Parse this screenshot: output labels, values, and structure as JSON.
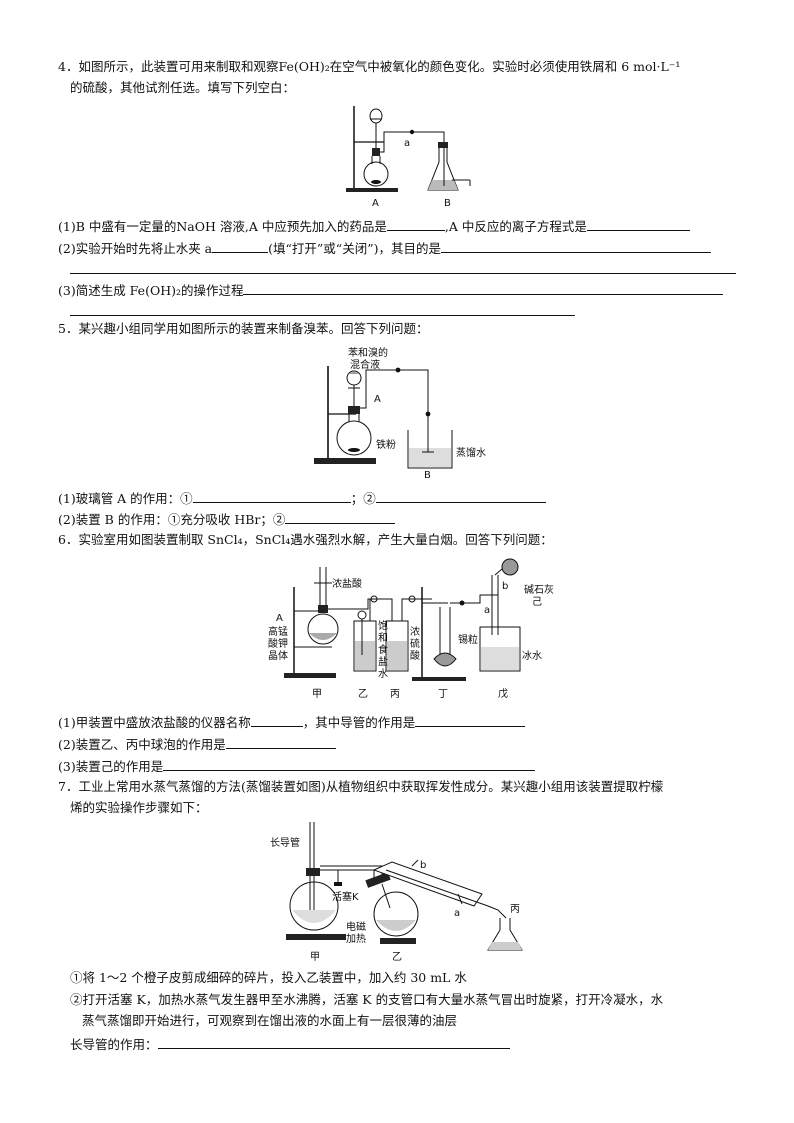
{
  "q4": {
    "line1": "4．如图所示，此装置可用来制取和观察Fe(OH)₂在空气中被氧化的颜色变化。实验时必须使用铁屑和 6 mol·L⁻¹",
    "line2": "的硫酸，其他试剂任选。填写下列空白：",
    "fig_labels": {
      "a": "a",
      "A": "A",
      "B": "B"
    },
    "p1_a": "(1)B 中盛有一定量的NaOH 溶液,A 中应预先加入的药品是",
    "p1_b": ",A 中反应的离子方程式是",
    "p2_a": "(2)实验开始时先将止水夹 a",
    "p2_b": "(填“打开”或“关闭”)，其目的是",
    "p3_a": "(3)简述生成 Fe(OH)₂的操作过程"
  },
  "q5": {
    "line1": "5．某兴趣小组同学用如图所示的装置来制备溴苯。回答下列问题：",
    "fig_labels": {
      "mix": "苯和溴的",
      "mix2": "混合液",
      "A": "A",
      "iron": "铁粉",
      "water": "蒸馏水",
      "B": "B"
    },
    "p1_a": "(1)玻璃管 A 的作用：①",
    "p1_b": "；②",
    "p2_a": "(2)装置 B 的作用：①充分吸收 HBr；②"
  },
  "q6": {
    "line1": "6．实验室用如图装置制取 SnCl₄，SnCl₄遇水强烈水解，产生大量白烟。回答下列问题：",
    "fig_labels": {
      "hcl": "浓盐酸",
      "A": "A",
      "kmno4_1": "高锰",
      "kmno4_2": "酸钾",
      "kmno4_3": "晶体",
      "brine": [
        "饱",
        "和",
        "食",
        "盐",
        "水"
      ],
      "h2so4": [
        "浓",
        "硫",
        "酸"
      ],
      "tin": "锡粒",
      "a": "a",
      "b": "b",
      "soda": "碱石灰",
      "ji": "己",
      "ice": "冰水",
      "jia": "甲",
      "yi": "乙",
      "bing": "丙",
      "ding": "丁",
      "wu": "戊"
    },
    "p1_a": "(1)甲装置中盛放浓盐酸的仪器名称",
    "p1_b": "，其中导管的作用是",
    "p2_a": "(2)装置乙、丙中球泡的作用是",
    "p3_a": "(3)装置己的作用是"
  },
  "q7": {
    "line1": "7．工业上常用水蒸气蒸馏的方法(蒸馏装置如图)从植物组织中获取挥发性成分。某兴趣小组用该装置提取柠檬",
    "line2": "烯的实验操作步骤如下：",
    "fig_labels": {
      "tube": "长导管",
      "valve": "活塞K",
      "heat1": "电磁",
      "heat2": "加热",
      "a": "a",
      "b": "b",
      "jia": "甲",
      "yi": "乙",
      "bing": "丙"
    },
    "step1": "①将 1～2 个橙子皮剪成细碎的碎片，投入乙装置中，加入约 30 mL 水",
    "step2a": "②打开活塞 K，加热水蒸气发生器甲至水沸腾，活塞 K 的支管口有大量水蒸气冒出时旋紧，打开冷凝水，水",
    "step2b": "蒸气蒸馏即开始进行，可观察到在馏出液的水面上有一层很薄的油层",
    "q_a": "长导管的作用："
  }
}
